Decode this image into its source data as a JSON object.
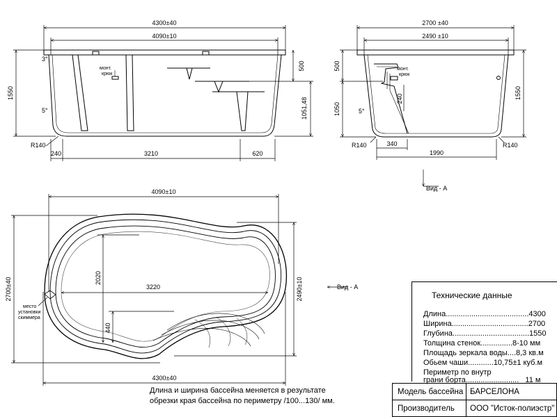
{
  "dims": {
    "side_total_width": "4300±40",
    "side_inner_width": "4090±10",
    "side_height": "1550",
    "side_step_depth": "500",
    "side_wall_height": "1051,48",
    "angle_top": "3°",
    "angle_bottom": "5°",
    "radius": "R140",
    "bottom_left": "240",
    "bottom_mid": "3210",
    "bottom_right": "620",
    "end_total_width": "2700 ±40",
    "end_inner_width": "2490 ±10",
    "end_depth_top": "500",
    "end_depth_lower": "1050",
    "end_height": "1550",
    "end_step": "240",
    "end_bottom_left": "340",
    "end_bottom_mid": "1990",
    "plan_inner_width": "4090±10",
    "plan_total_width": "4300±40",
    "plan_total_height": "2700±40",
    "plan_inner_height": "2490±10",
    "plan_length": "3220",
    "plan_depth": "2020",
    "plan_step": "440"
  },
  "labels": {
    "mount_hook": [
      "монт.",
      "крюк"
    ],
    "view_a": "Вид - А",
    "skimmer": [
      "место",
      "установки",
      "скиммера"
    ]
  },
  "specs": {
    "title": "Технические данные",
    "lines": [
      "Длина.......................................4300",
      "Ширина....................................2700",
      "Глубина....................................1550",
      "Толщина стенок...............8-10 мм",
      "Площадь зеркала воды....8,3 кв.м",
      "Обьем чаши............10,75±1 куб.м",
      "Периметр по внутр",
      "грани борта.........................   11 м"
    ]
  },
  "title_block": {
    "model_label": "Модель бассейна",
    "model_value": "БАРСЕЛОНА",
    "maker_label": "Производитель",
    "maker_value": "ООО \"Исток-полиэстр\""
  },
  "note": [
    "Длина и ширина бассейна меняется в результате",
    "обрезки края бассейна по периметру /100...130/ мм."
  ]
}
